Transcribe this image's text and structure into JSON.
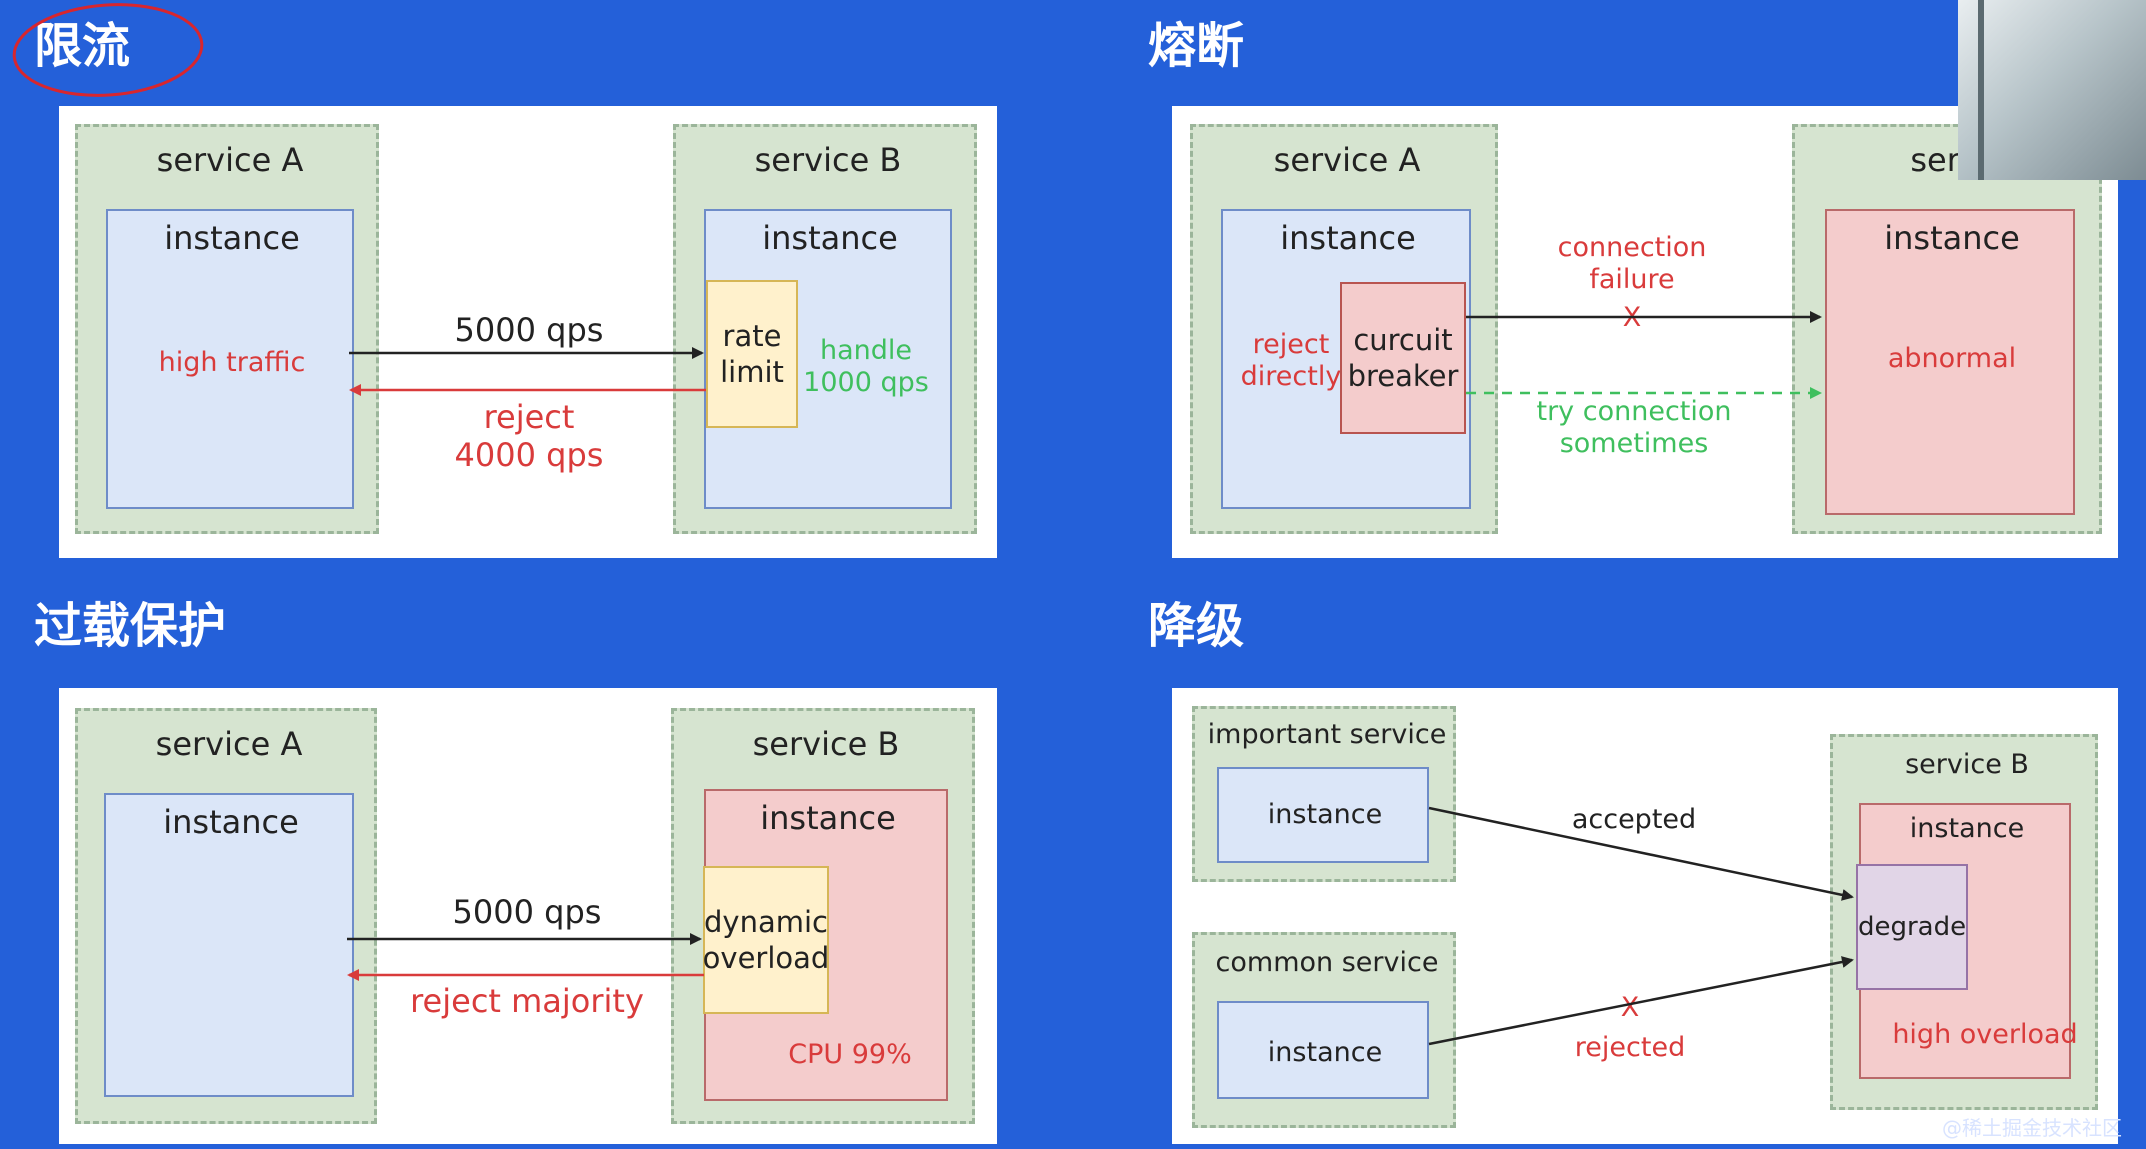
{
  "quadrants": {
    "rate_limit": {
      "title": "限流",
      "service_a": {
        "name": "service A",
        "instance": "instance",
        "traffic": "high traffic"
      },
      "service_b": {
        "name": "service B",
        "instance": "instance",
        "limiter": "rate\nlimit",
        "handle": "handle\n1000 qps"
      },
      "request": "5000 qps",
      "reject": "reject\n4000 qps"
    },
    "circuit_breaker": {
      "title": "熔断",
      "service_a": {
        "name": "service A",
        "instance": "instance",
        "reject": "reject\ndirectly",
        "breaker": "curcuit\nbreaker"
      },
      "service_b": {
        "name": "servi",
        "instance": "instance",
        "state": "abnormal"
      },
      "failure": "connection\nfailure",
      "retry": "try connection\nsometimes",
      "cross": "X"
    },
    "overload": {
      "title": "过载保护",
      "service_a": {
        "name": "service A",
        "instance": "instance"
      },
      "service_b": {
        "name": "service B",
        "instance": "instance",
        "guard": "dynamic\noverload",
        "cpu": "CPU 99%"
      },
      "request": "5000 qps",
      "reject": "reject majority"
    },
    "degrade": {
      "title": "降级",
      "important": {
        "name": "important service",
        "instance": "instance"
      },
      "common": {
        "name": "common service",
        "instance": "instance"
      },
      "service_b": {
        "name": "service B",
        "instance": "instance",
        "degrade": "degrade",
        "load": "high overload"
      },
      "accepted": "accepted",
      "rejected": "rejected",
      "cross": "X"
    }
  },
  "watermark": "@稀土掘金技术社区",
  "colors": {
    "background": "#2460d9",
    "red": "#d93b3b",
    "green": "#3fbf5e"
  }
}
